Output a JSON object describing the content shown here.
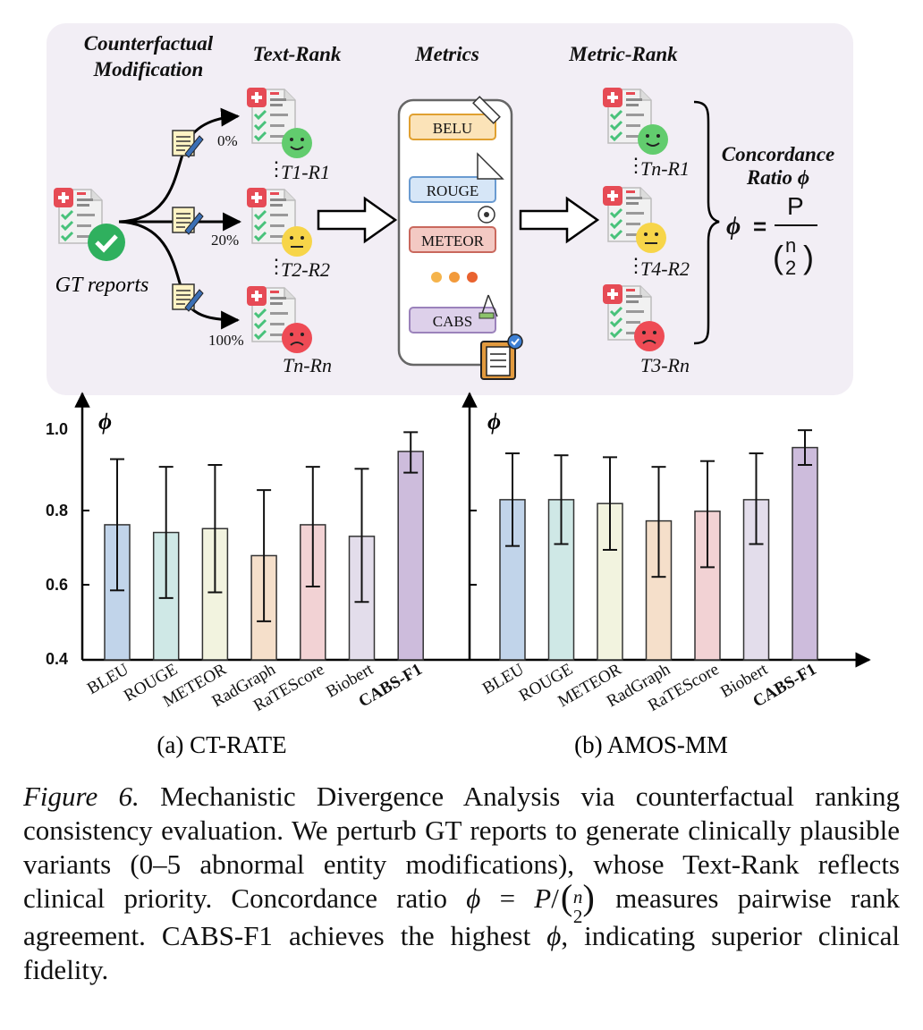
{
  "diagram": {
    "headers": {
      "counterfactual": [
        "Counterfactual",
        "Modification"
      ],
      "text_rank": "Text-Rank",
      "metrics": "Metrics",
      "metric_rank": "Metric-Rank"
    },
    "gt_label": "GT reports",
    "percents": [
      "0%",
      "20%",
      "100%"
    ],
    "text_rank_labels": [
      "T1-R1",
      "T2-R2",
      "Tn-Rn"
    ],
    "metric_rank_labels": [
      "Tn-R1",
      "T4-R2",
      "T3-Rn"
    ],
    "metric_boxes": [
      {
        "label": "BELU",
        "fill": "#fbe3b8",
        "stroke": "#e0a030"
      },
      {
        "label": "ROUGE",
        "fill": "#d6e6f7",
        "stroke": "#6a9bd1"
      },
      {
        "label": "METEOR",
        "fill": "#f3c9c3",
        "stroke": "#c9685d"
      },
      {
        "label": "CABS",
        "fill": "#ddd0ea",
        "stroke": "#9b82bb"
      }
    ],
    "concordance": [
      "Concordance",
      "Ratio ϕ"
    ],
    "formula": {
      "lhs": "ϕ",
      "eq": "=",
      "num": "P",
      "den_top": "n",
      "den_bot": "2"
    }
  },
  "chart_data": [
    {
      "type": "bar",
      "subtitle": "(a) CT-RATE",
      "ylabel": "ϕ",
      "ylim": [
        0.4,
        1.0
      ],
      "yticks": [
        "1.0",
        "0.8",
        "0.6",
        "0.4"
      ],
      "categories": [
        "BLEU",
        "ROUGE",
        "METEOR",
        "RadGraph",
        "RaTEScore",
        "Biobert",
        "CABS-F1"
      ],
      "values": [
        0.75,
        0.73,
        0.74,
        0.67,
        0.75,
        0.72,
        0.94
      ],
      "err_low": [
        0.58,
        0.56,
        0.575,
        0.5,
        0.59,
        0.55,
        0.885
      ],
      "err_high": [
        0.92,
        0.9,
        0.905,
        0.84,
        0.9,
        0.895,
        0.99
      ],
      "colors": [
        "#c1d4ea",
        "#cfe8e6",
        "#f2f3df",
        "#f5dfca",
        "#f2d2d4",
        "#e3ddeb",
        "#cdbcdc"
      ],
      "bold_category": "CABS-F1"
    },
    {
      "type": "bar",
      "subtitle": "(b) AMOS-MM",
      "ylabel": "ϕ",
      "ylim": [
        0.4,
        1.0
      ],
      "categories": [
        "BLEU",
        "ROUGE",
        "METEOR",
        "RadGraph",
        "RaTEScore",
        "Biobert",
        "CABS-F1"
      ],
      "values": [
        0.815,
        0.815,
        0.805,
        0.76,
        0.785,
        0.815,
        0.95
      ],
      "err_low": [
        0.695,
        0.7,
        0.685,
        0.615,
        0.64,
        0.7,
        0.905
      ],
      "err_high": [
        0.935,
        0.93,
        0.925,
        0.9,
        0.915,
        0.935,
        0.995
      ],
      "colors": [
        "#c1d4ea",
        "#cfe8e6",
        "#f2f3df",
        "#f5dfca",
        "#f2d2d4",
        "#e3ddeb",
        "#cdbcdc"
      ],
      "bold_category": "CABS-F1"
    }
  ],
  "caption": {
    "label": "Figure 6.",
    "text1": "Mechanistic Divergence Analysis via counterfactual ranking consistency evaluation. We perturb GT reports to generate clinically plausible variants (0–5 abnormal entity modifications), whose Text-Rank reflects clinical priority. Concordance ratio",
    "phi": "ϕ",
    "eq": "=",
    "p": "P",
    "slash": "/",
    "n": "n",
    "two": "2",
    "text2": "measures pairwise rank agreement. CABS-F1 achieves the highest",
    "phi2": "ϕ",
    "text3": ", indicating superior clinical fidelity."
  }
}
